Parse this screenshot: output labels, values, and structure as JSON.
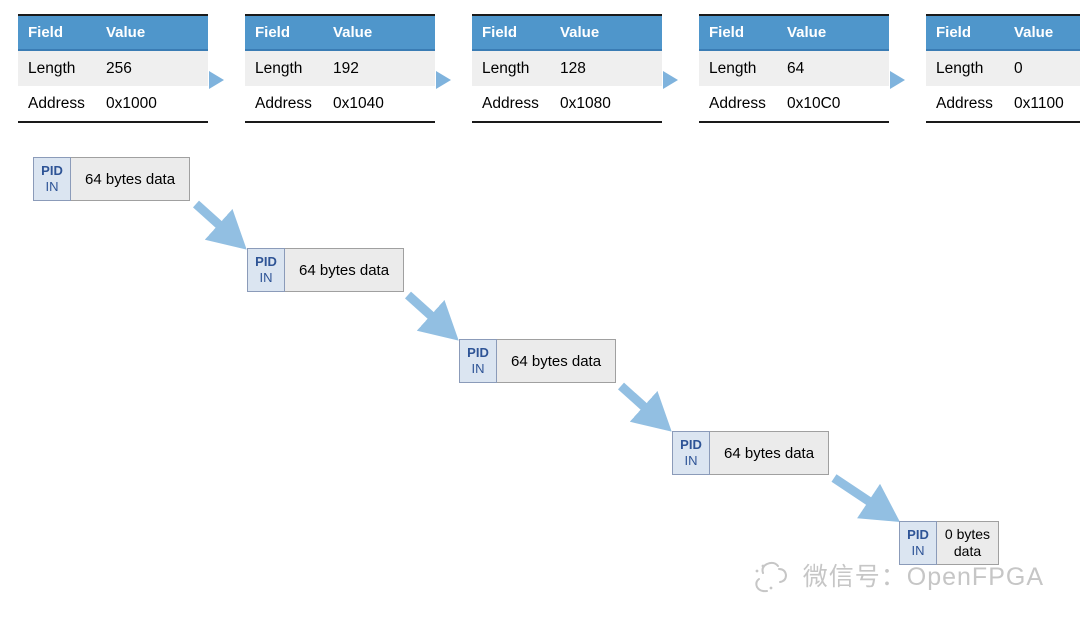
{
  "tables": [
    {
      "headers": [
        "Field",
        "Value"
      ],
      "rows": [
        [
          "Length",
          "256"
        ],
        [
          "Address",
          "0x1000"
        ]
      ]
    },
    {
      "headers": [
        "Field",
        "Value"
      ],
      "rows": [
        [
          "Length",
          "192"
        ],
        [
          "Address",
          "0x1040"
        ]
      ]
    },
    {
      "headers": [
        "Field",
        "Value"
      ],
      "rows": [
        [
          "Length",
          "128"
        ],
        [
          "Address",
          "0x1080"
        ]
      ]
    },
    {
      "headers": [
        "Field",
        "Value"
      ],
      "rows": [
        [
          "Length",
          "64"
        ],
        [
          "Address",
          "0x10C0"
        ]
      ]
    },
    {
      "headers": [
        "Field",
        "Value"
      ],
      "rows": [
        [
          "Length",
          "0"
        ],
        [
          "Address",
          "0x1100"
        ]
      ]
    }
  ],
  "packets": [
    {
      "pid": "PID",
      "token": "IN",
      "data": "64 bytes data"
    },
    {
      "pid": "PID",
      "token": "IN",
      "data": "64 bytes data"
    },
    {
      "pid": "PID",
      "token": "IN",
      "data": "64 bytes data"
    },
    {
      "pid": "PID",
      "token": "IN",
      "data": "64 bytes data"
    },
    {
      "pid": "PID",
      "token": "IN",
      "data": "0 bytes data"
    }
  ],
  "watermark": {
    "text": "微信号：OpenFPGA"
  },
  "colors": {
    "table_header_blue": "#4f96cb",
    "table_alt_row_gray": "#efefef",
    "connector_arrow_blue": "#7fb3dd",
    "cascade_arrow_blue": "#92bfe2",
    "pid_box_fill": "#dbe5f1",
    "pid_text_blue": "#2e5496",
    "data_box_fill": "#ebebeb",
    "watermark_gray": "#c6c6c6"
  }
}
